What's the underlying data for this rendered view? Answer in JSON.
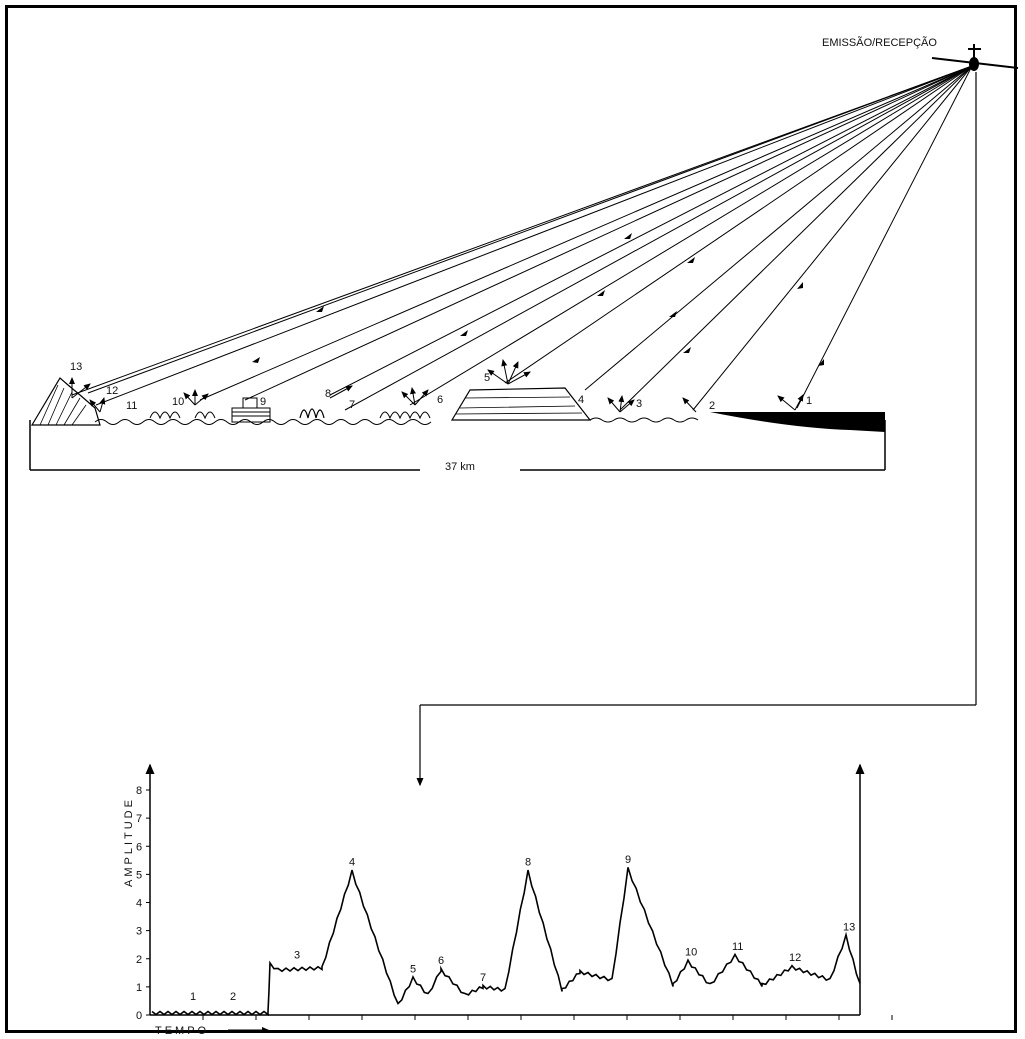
{
  "top_diagram": {
    "emitter_label": "EMISSÃO/RECEPÇÃO",
    "distance_label": "37 km",
    "targets": [
      "1",
      "2",
      "3",
      "4",
      "5",
      "6",
      "7",
      "8",
      "9",
      "10",
      "11",
      "12",
      "13"
    ]
  },
  "chart_data": {
    "type": "line",
    "ylabel": "AMPLITUDE",
    "xlabel": "TEMPO",
    "ylim": [
      0,
      8
    ],
    "yticks": [
      "0",
      "1",
      "2",
      "3",
      "4",
      "5",
      "6",
      "7",
      "8"
    ],
    "peaks": [
      {
        "label": "1",
        "amplitude": 0.1
      },
      {
        "label": "2",
        "amplitude": 0.1
      },
      {
        "label": "3",
        "amplitude": 1.8
      },
      {
        "label": "4",
        "amplitude": 5.1
      },
      {
        "label": "5",
        "amplitude": 1.3
      },
      {
        "label": "6",
        "amplitude": 1.6
      },
      {
        "label": "7",
        "amplitude": 1.0
      },
      {
        "label": "8",
        "amplitude": 5.1
      },
      {
        "label": "9",
        "amplitude": 5.2
      },
      {
        "label": "10",
        "amplitude": 1.9
      },
      {
        "label": "11",
        "amplitude": 2.1
      },
      {
        "label": "12",
        "amplitude": 1.7
      },
      {
        "label": "13",
        "amplitude": 2.8
      }
    ]
  }
}
